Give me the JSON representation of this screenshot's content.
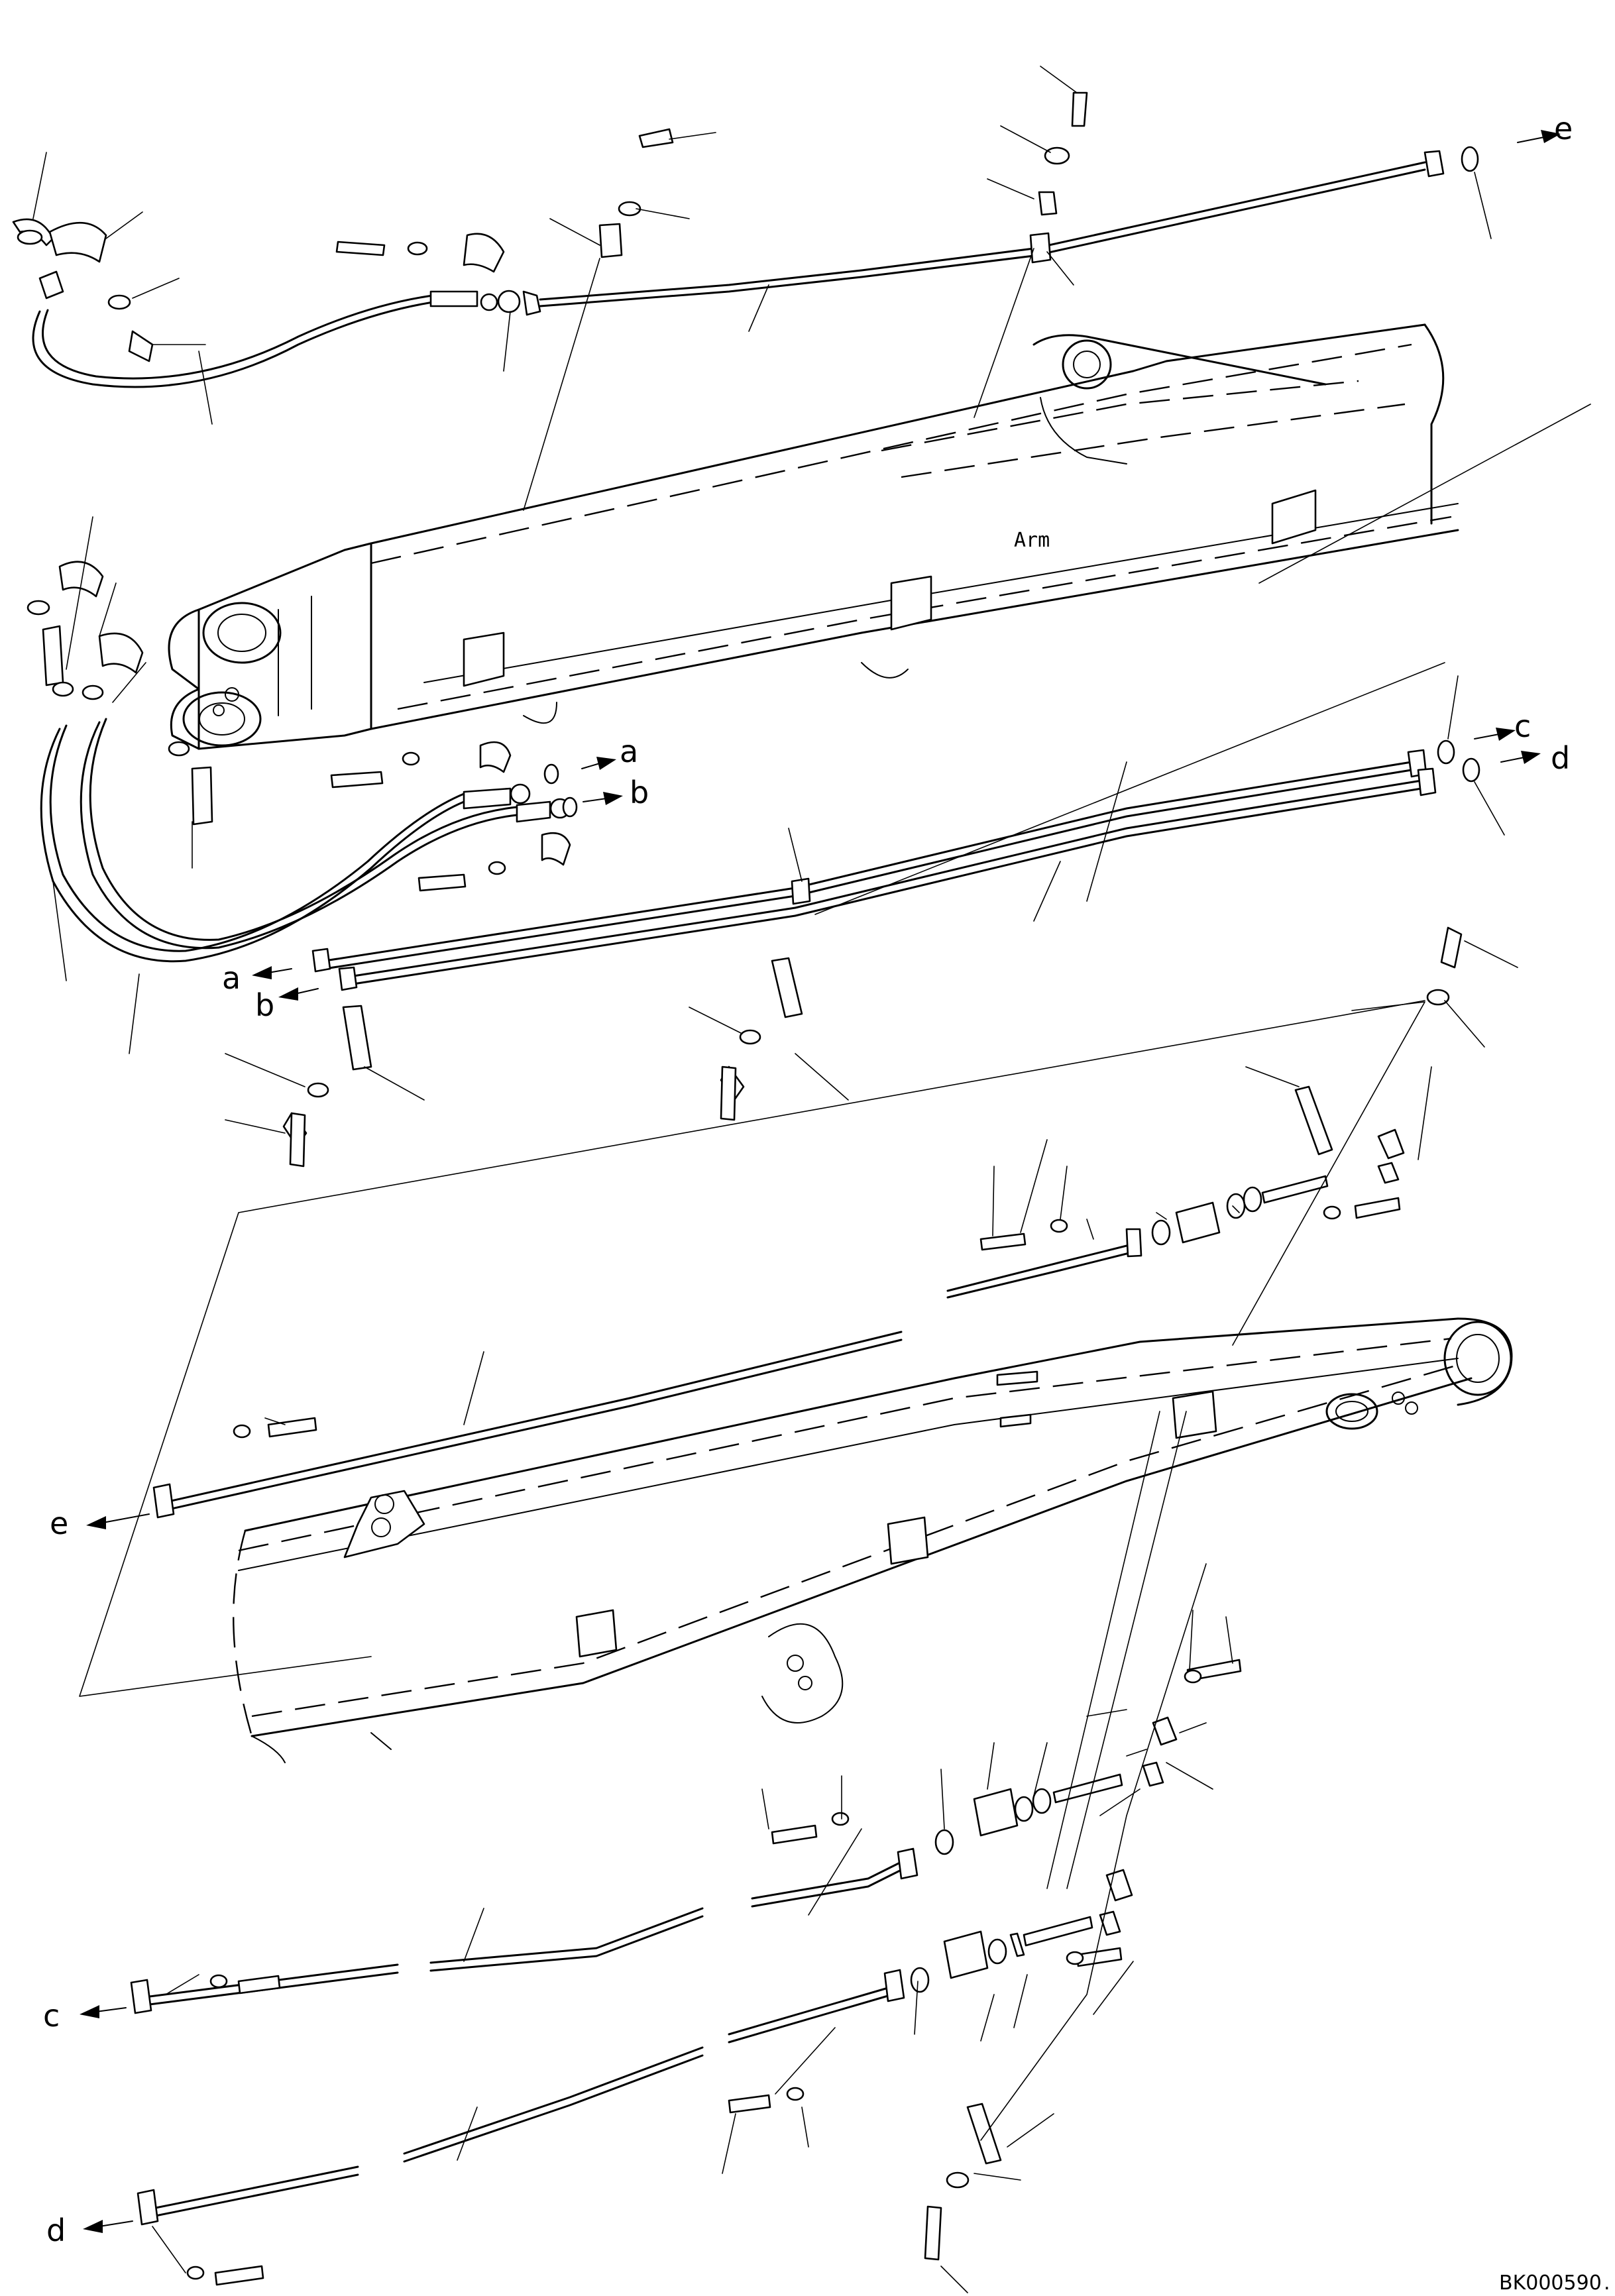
{
  "diagram": {
    "component_label": "Arm",
    "drawing_code": "BK000590",
    "connection_labels": {
      "a": "a",
      "b": "b",
      "c": "c",
      "d": "d",
      "e": "e"
    }
  },
  "colors": {
    "ink": "#000000",
    "paper": "#ffffff"
  }
}
